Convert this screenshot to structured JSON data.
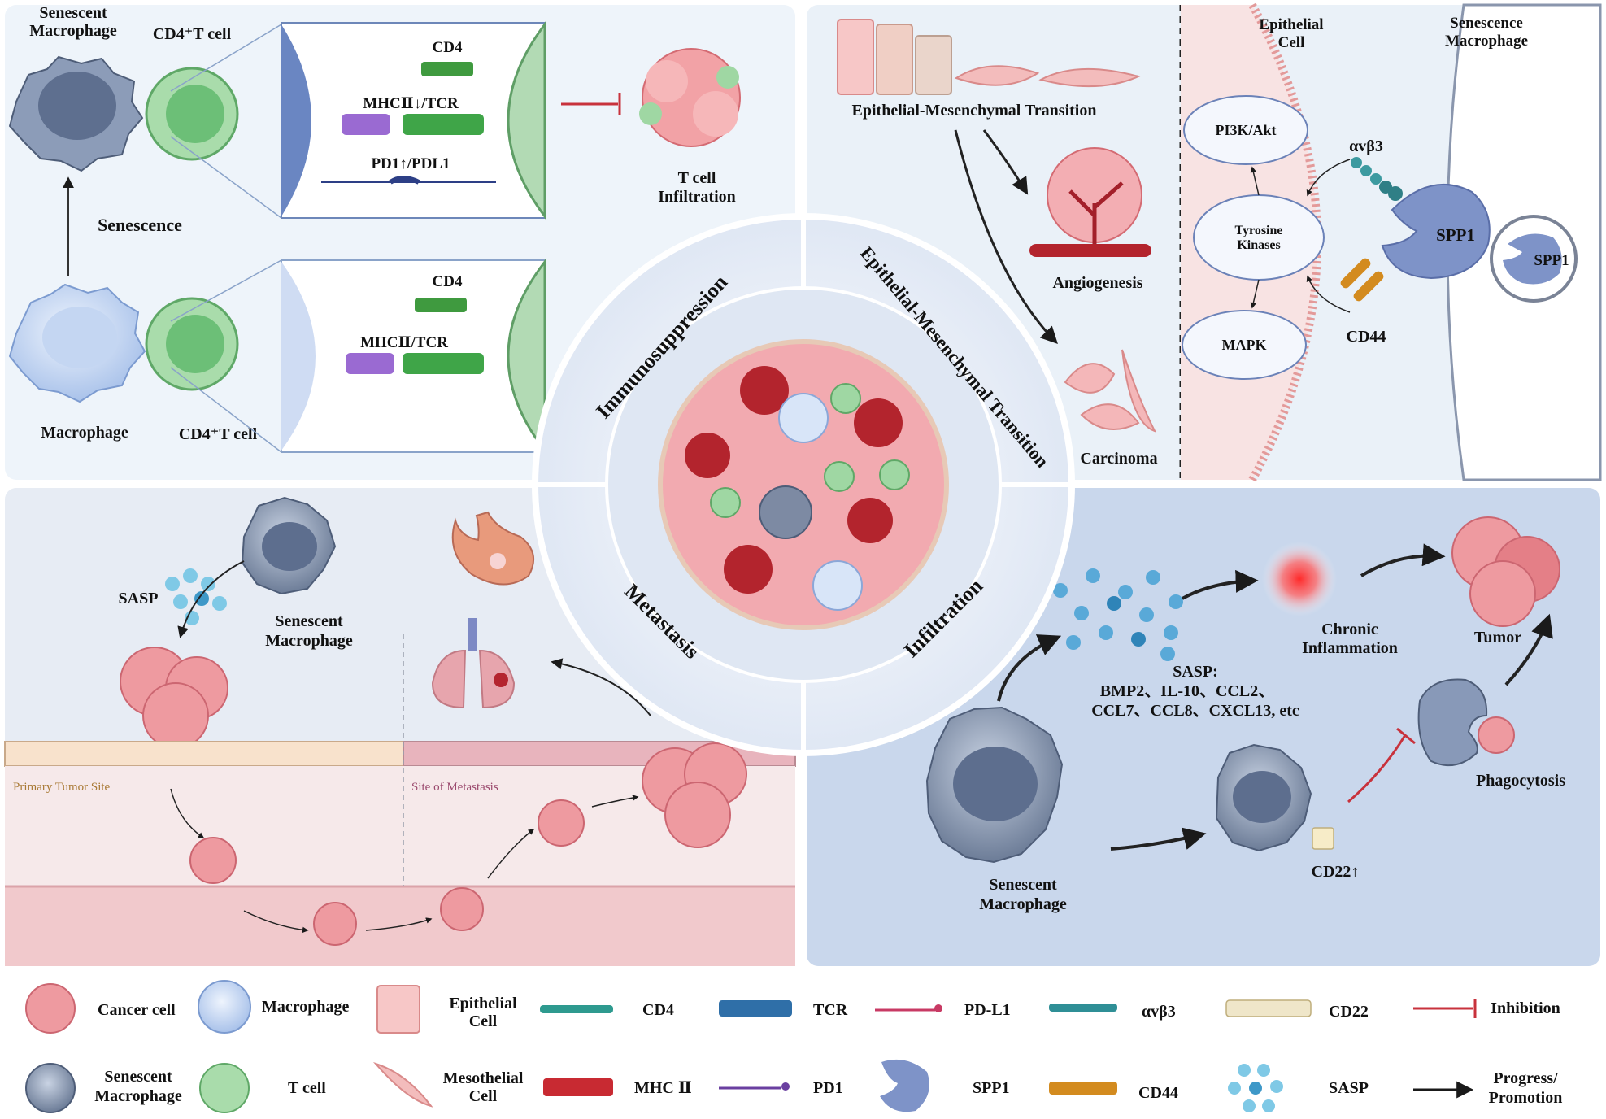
{
  "colors": {
    "panel_tl": "#eef4fa",
    "panel_tr": "#eaf1f8",
    "panel_bl": "#e8edf5",
    "panel_br": "#c9d7ec",
    "cancer": "#e98d93",
    "macrophage": "#b8cff1",
    "senescent": "#6f7f99",
    "tcell": "#8ccf92",
    "spp1": "#7e93c8",
    "cd44": "#d38b1f",
    "inhibit": "#c8323c",
    "arrow": "#1a1a1a"
  },
  "icons": [
    "senescent-macrophage-icon",
    "macrophage-icon",
    "t-cell-icon",
    "cancer-cell-icon",
    "epithelial-cell-icon",
    "mesothelial-cell-icon",
    "spp1-icon",
    "stomach-icon",
    "lungs-icon",
    "tumor-mass-icon"
  ],
  "center": {
    "immunosuppression": "Immunosuppression",
    "emt": "Epithelial-Mesenchymal Transition",
    "metastasis": "Metastasis",
    "infiltration": "Infiltration"
  },
  "tl": {
    "senescent_macrophage": [
      "Senescent",
      "Macrophage"
    ],
    "cd4t_top": "CD4⁺T cell",
    "senescence": "Senescence",
    "macrophage": "Macrophage",
    "cd4t_bottom": "CD4⁺T cell",
    "cd4_top": "CD4",
    "mhc_tcr_top": "MHCⅡ↓/TCR",
    "pd1_pdl1": "PD1↑/PDL1",
    "cd4_bottom": "CD4",
    "mhc_tcr_bottom": "MHCⅡ/TCR",
    "t_cell_infiltration": [
      "T cell",
      "Infiltration"
    ]
  },
  "tr": {
    "emt": "Epithelial-Mesenchymal Transition",
    "angiogenesis": "Angiogenesis",
    "carcinoma": "Carcinoma",
    "epithelial_cell": [
      "Epithelial",
      "Cell"
    ],
    "senescence_macrophage": [
      "Senescence",
      "Macrophage"
    ],
    "pi3k": "PI3K/Akt",
    "tyrosine": [
      "Tyrosine",
      "Kinases"
    ],
    "mapk": "MAPK",
    "avb3": "αvβ3",
    "spp1": "SPP1",
    "spp1_vesicle": "SPP1",
    "cd44": "CD44"
  },
  "bl": {
    "sasp": "SASP",
    "senescent_macrophage": [
      "Senescent",
      "Macrophage"
    ],
    "primary_site": "Primary Tumor Site",
    "metastasis_site": "Site of Metastasis"
  },
  "br": {
    "chronic_inflammation": [
      "Chronic",
      "Inflammation"
    ],
    "tumor": "Tumor",
    "sasp_list": [
      "SASP:",
      "BMP2、IL-10、CCL2、",
      "CCL7、CCL8、CXCL13, etc"
    ],
    "senescent_macrophage": [
      "Senescent",
      "Macrophage"
    ],
    "cd22": "CD22↑",
    "phagocytosis": "Phagocytosis"
  },
  "legend": {
    "cancer_cell": "Cancer cell",
    "macrophage": "Macrophage",
    "epithelial_cell": [
      "Epithelial",
      "Cell"
    ],
    "cd4": "CD4",
    "tcr": "TCR",
    "pdl1": "PD-L1",
    "avb3": "αvβ3",
    "cd22": "CD22",
    "inhibition": "Inhibition",
    "senescent_macrophage": [
      "Senescent",
      "Macrophage"
    ],
    "t_cell": "T cell",
    "mesothelial_cell": [
      "Mesothelial",
      "Cell"
    ],
    "mhc2": "MHC Ⅱ",
    "pd1": "PD1",
    "spp1": "SPP1",
    "cd44": "CD44",
    "sasp": "SASP",
    "progress": [
      "Progress/",
      "Promotion"
    ]
  }
}
